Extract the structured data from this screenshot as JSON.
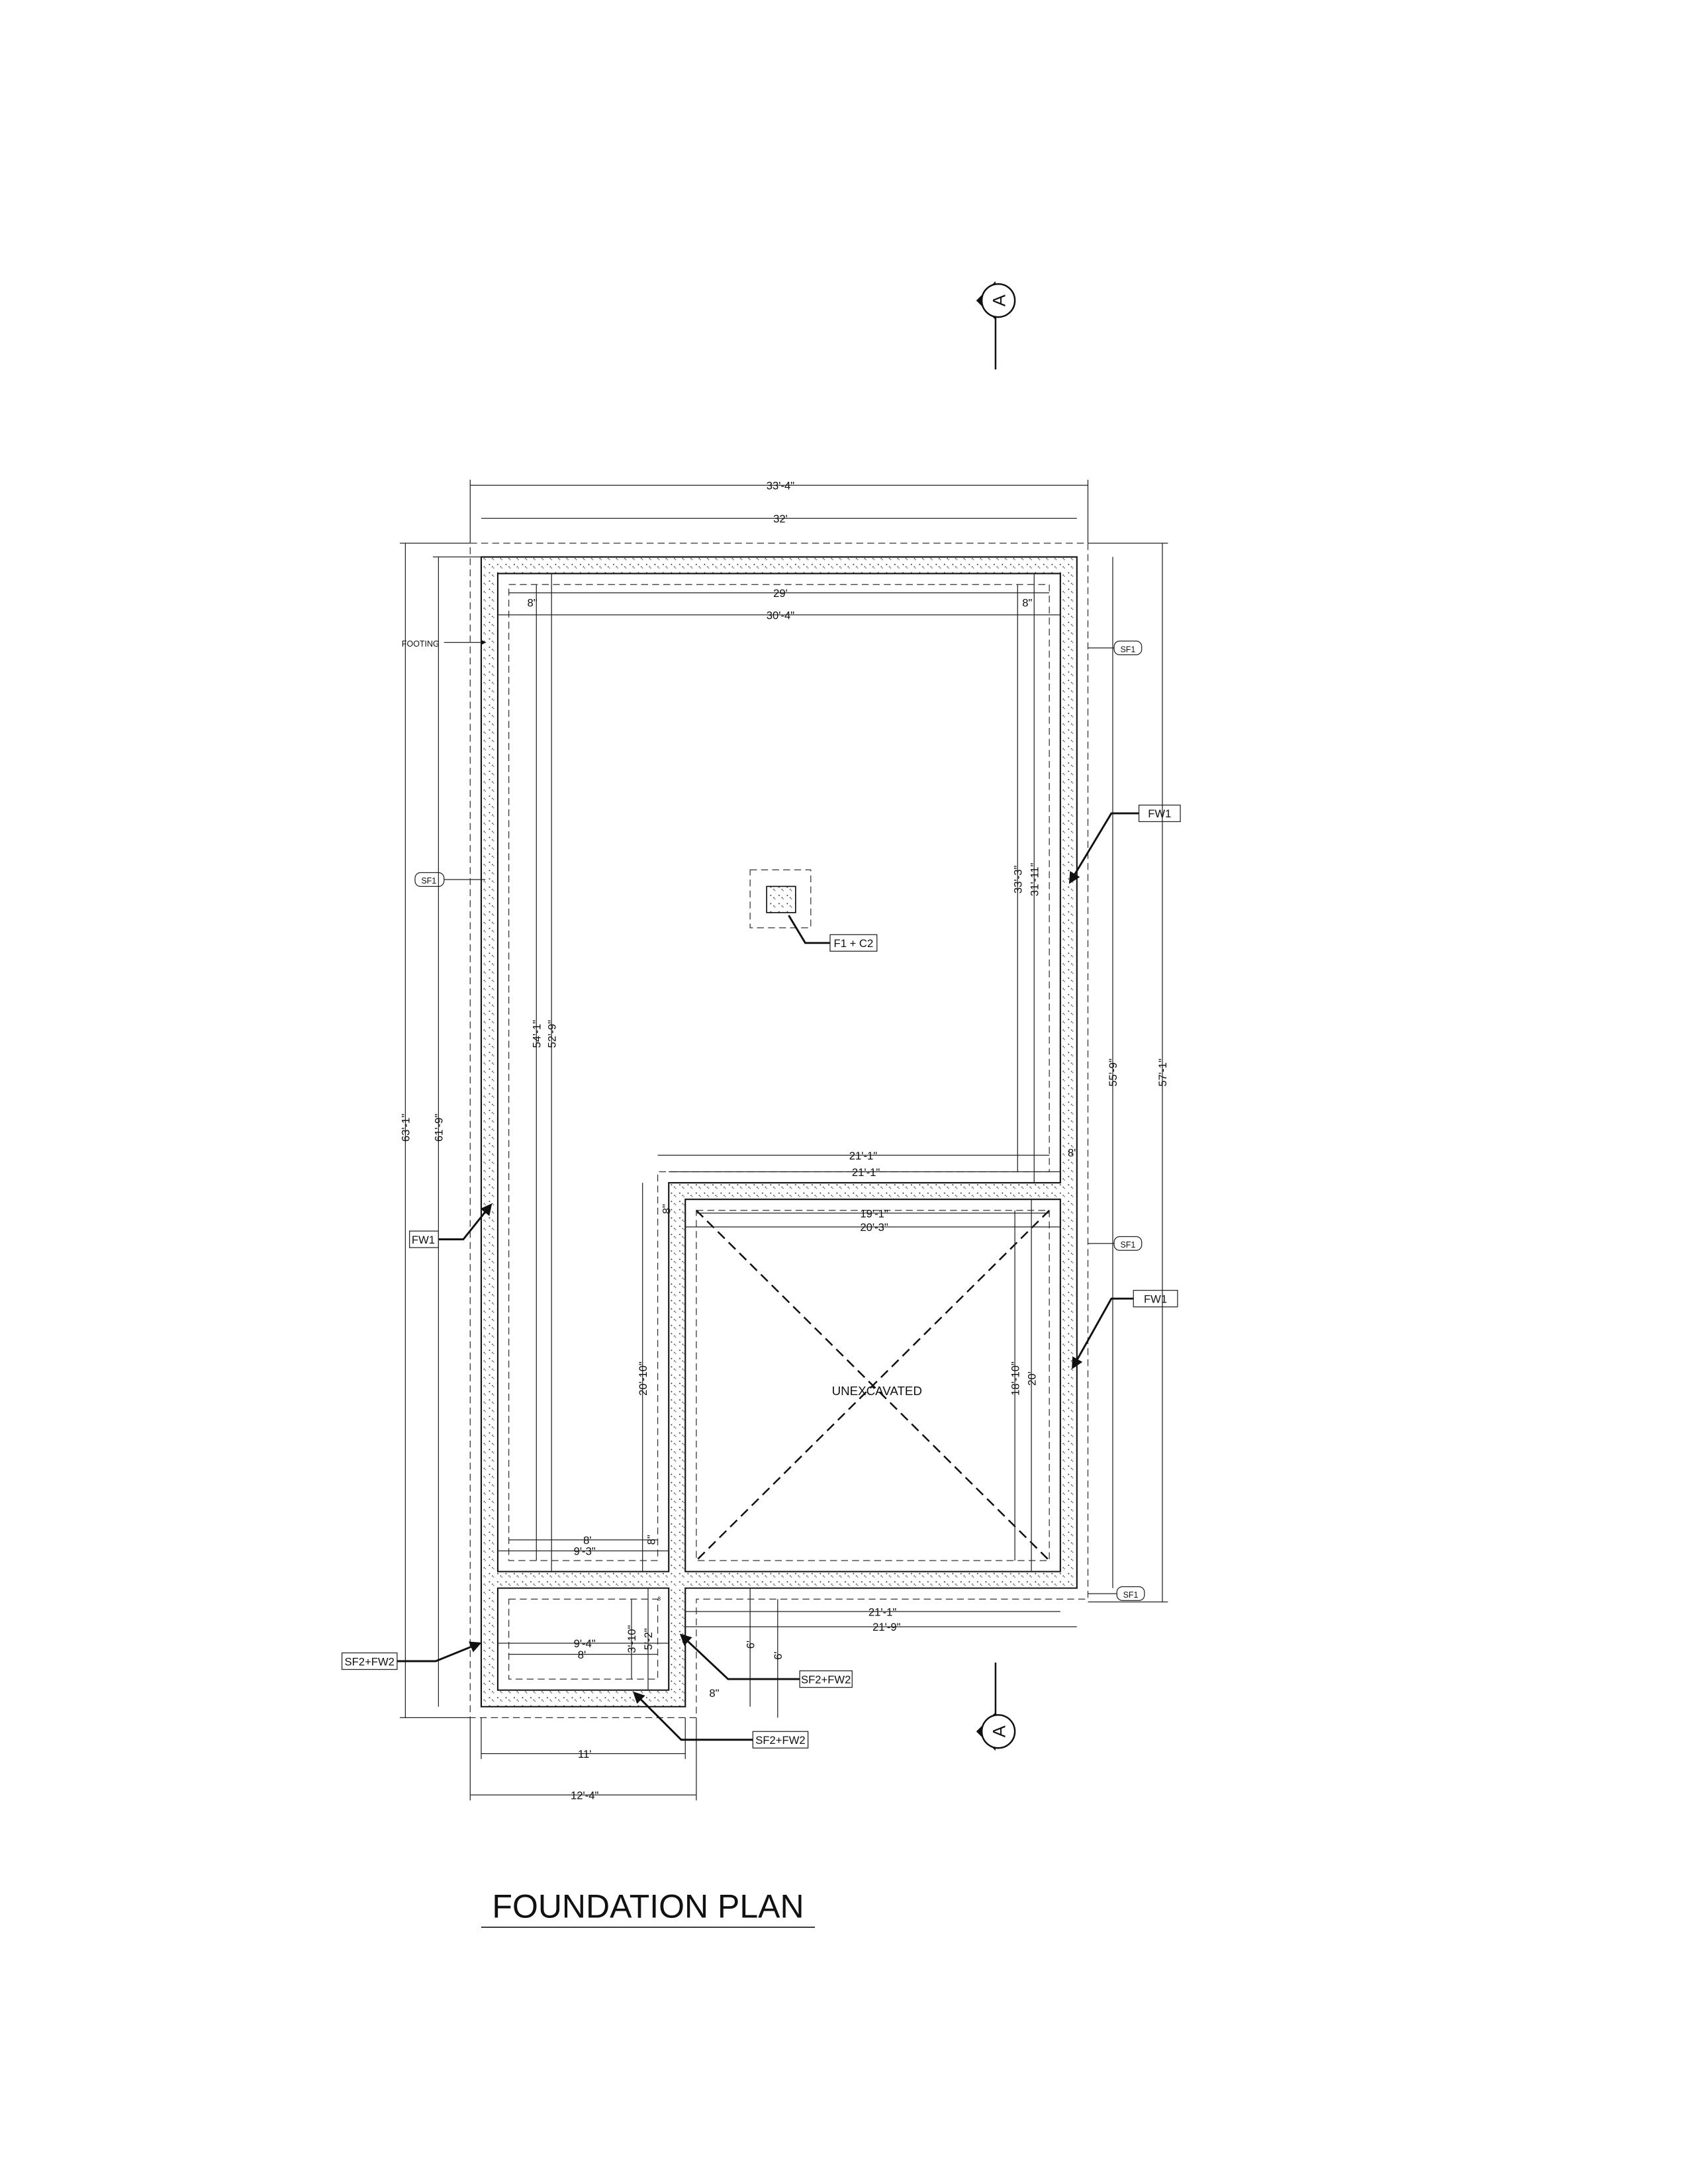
{
  "title": "FOUNDATION PLAN",
  "section_marker": "A",
  "notes": {
    "footing": "FOOTING",
    "unexcavated": "UNEXCAVATED"
  },
  "tags": {
    "sf1": "SF1",
    "fw1": "FW1",
    "f1c2": "F1 + C2",
    "sf2fw2": "SF2+FW2"
  },
  "dims": {
    "top_overall": "33'-4\"",
    "top_wall": "32'",
    "inner_footing": "29'",
    "inner_wall": "30'-4\"",
    "eight_in": "8\"",
    "eight_small": "8",
    "left_overall": "63'-1\"",
    "left_wall": "61'-9\"",
    "left_inner_a": "54'-1\"",
    "left_inner_b": "52'-9\"",
    "right_upper_a": "33'-3\"",
    "right_upper_b": "31'-11\"",
    "right_wall": "55'-9\"",
    "right_overall": "57'-1\"",
    "mid_a": "21'-1\"",
    "mid_b": "21'-1\"",
    "unex_a": "19'-1\"",
    "unex_b": "20'-3\"",
    "left_mid": "20'-10\"",
    "unex_h_a": "18'-10\"",
    "unex_h_b": "20'",
    "room_a": "8'",
    "room_b": "9'-3\"",
    "bot_a": "21'-1\"",
    "bot_b": "21'-9\"",
    "low_a": "9'-4\"",
    "low_b": "8'",
    "low_h_a": "3'-10\"",
    "low_h_b": "5'-2\"",
    "six_a": "6'",
    "six_b": "6'",
    "bottom_wall": "11'",
    "bottom_overall": "12'-4\""
  }
}
